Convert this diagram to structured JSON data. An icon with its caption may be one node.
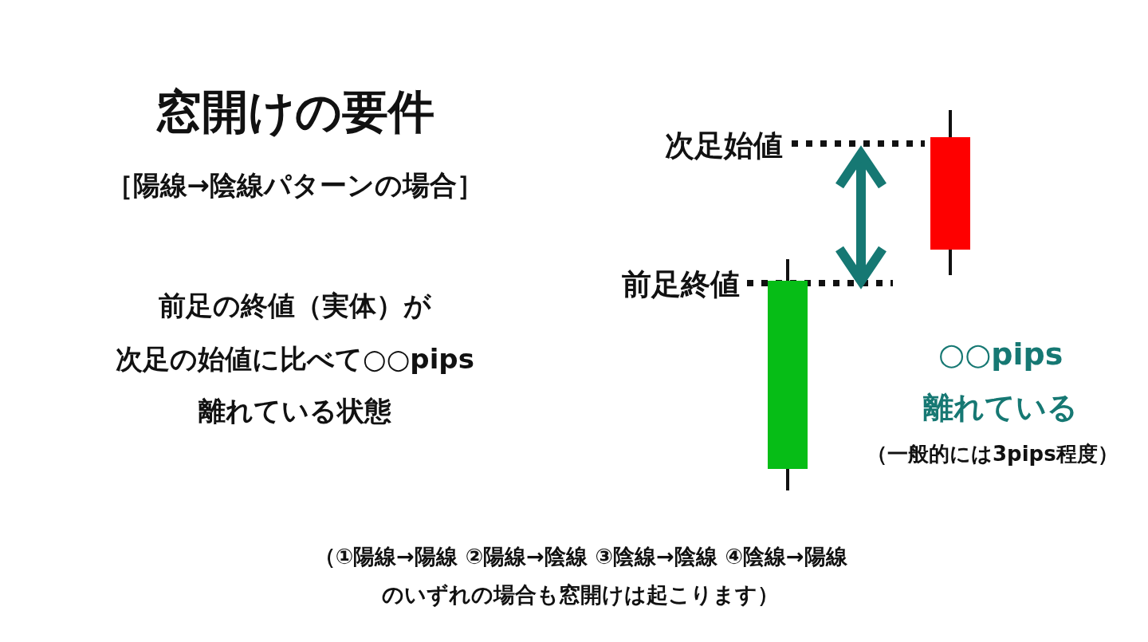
{
  "diagram": {
    "title": "窓開けの要件",
    "labels": [
      "［陽線→陰線パターンの場合］",
      "前足の終値（実体）が",
      "次足の始値に比べて○○pips",
      "離れている状態",
      "次足始値",
      "前足終値",
      "○○pips",
      "離れている",
      "（一般的には3pips程度）",
      "（①陽線→陽線 ②陽線→陰線 ③陰線→陰線 ④陰線→陽線",
      "のいずれの場合も窓開けは起こります）"
    ]
  }
}
